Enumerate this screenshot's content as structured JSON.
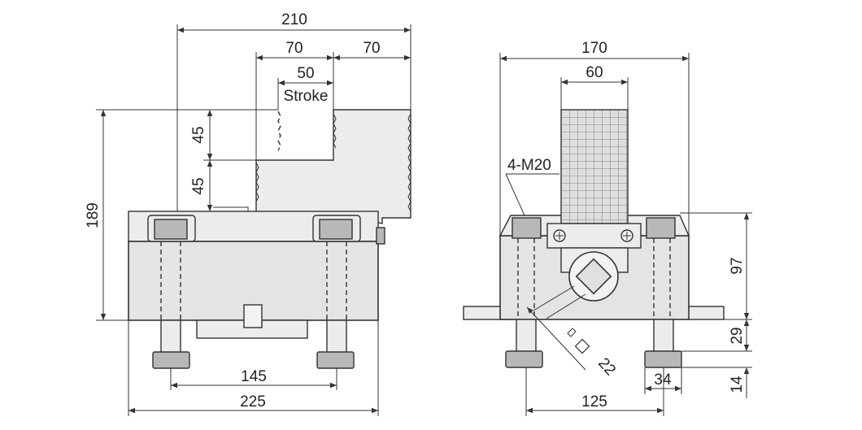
{
  "front_view": {
    "dim_210": "210",
    "dim_70_left": "70",
    "dim_70_right": "70",
    "dim_50": "50",
    "stroke_label": "Stroke",
    "dim_45_top": "45",
    "dim_45_bottom": "45",
    "dim_189": "189",
    "dim_145": "145",
    "dim_225": "225"
  },
  "side_view": {
    "dim_170": "170",
    "dim_60": "60",
    "thread_label": "4-M20",
    "dim_97": "97",
    "dim_29": "29",
    "dim_14": "14",
    "wrench_label": "22",
    "dim_125": "125",
    "dim_34": "34"
  }
}
